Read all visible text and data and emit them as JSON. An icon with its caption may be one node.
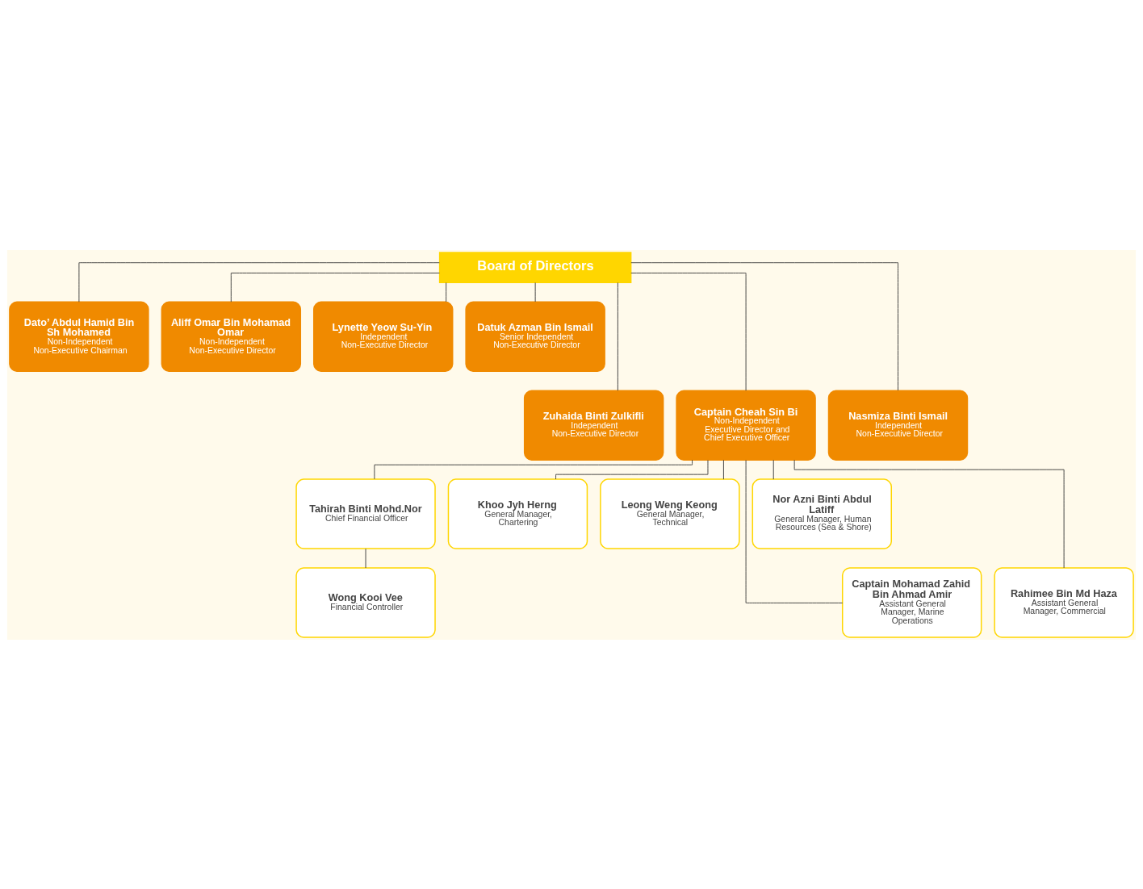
{
  "diagram": {
    "nodes": [
      {
        "text": [
          "Board of Directors"
        ]
      },
      {
        "text": [
          "Dato’ Abdul Hamid Bin Sh Mohamed",
          "Non-Independent Non-Executive Chairman"
        ]
      },
      {
        "text": [
          "Aliff Omar Bin Mohamad Omar",
          "Non-Independent Non-Executive Director"
        ]
      },
      {
        "text": [
          "Lynette Yeow Su-Yin",
          "Independent Non-Executive Director"
        ]
      },
      {
        "text": [
          "Datuk Azman Bin Ismail",
          "Senior Independent Non-Executive Director"
        ]
      },
      {
        "text": [
          "Zuhaida Binti Zulkifli",
          "Independent Non-Executive Director"
        ]
      },
      {
        "text": [
          "Captain Cheah Sin Bi",
          "Non-Independent Executive Director and Chief Executive Officer"
        ]
      },
      {
        "text": [
          "Nasmiza Binti Ismail",
          "Independent Non-Executive Director"
        ]
      },
      {
        "text": [
          "Tahirah Binti Mohd.Nor",
          "Chief Financial Officer"
        ]
      },
      {
        "text": [
          "Khoo Jyh Herng",
          "General Manager, Chartering"
        ]
      },
      {
        "text": [
          "Leong Weng Keong",
          "General Manager, Technical"
        ]
      },
      {
        "text": [
          "Nor Azni Binti Abdul Latiff",
          "General Manager, Human Resources (Sea & Shore)"
        ]
      },
      {
        "text": [
          "Wong Kooi Vee",
          "Financial Controller"
        ]
      },
      {
        "text": [
          "Captain Mohamad Zahid Bin Ahmad Amir",
          "Assistant General Manager, Marine Operations"
        ]
      },
      {
        "text": [
          "Rahimee Bin Md Haza",
          "Assistant General Manager, Commercial"
        ]
      }
    ],
    "edges": [
      {
        "from": 0,
        "to": 1,
        "arrow": "none"
      },
      {
        "from": 0,
        "to": 2,
        "arrow": "none"
      },
      {
        "from": 0,
        "to": 3,
        "arrow": "none"
      },
      {
        "from": 0,
        "to": 4,
        "arrow": "none"
      },
      {
        "from": 0,
        "to": 5,
        "arrow": "none"
      },
      {
        "from": 0,
        "to": 6,
        "arrow": "none"
      },
      {
        "from": 0,
        "to": 7,
        "arrow": "none"
      },
      {
        "from": 6,
        "to": 8,
        "arrow": "none"
      },
      {
        "from": 6,
        "to": 9,
        "arrow": "none"
      },
      {
        "from": 6,
        "to": 10,
        "arrow": "none"
      },
      {
        "from": 6,
        "to": 11,
        "arrow": "none"
      },
      {
        "from": 8,
        "to": 12,
        "arrow": "none"
      },
      {
        "from": 6,
        "to": 13,
        "arrow": "none"
      },
      {
        "from": 6,
        "to": 14,
        "arrow": "none"
      }
    ]
  }
}
